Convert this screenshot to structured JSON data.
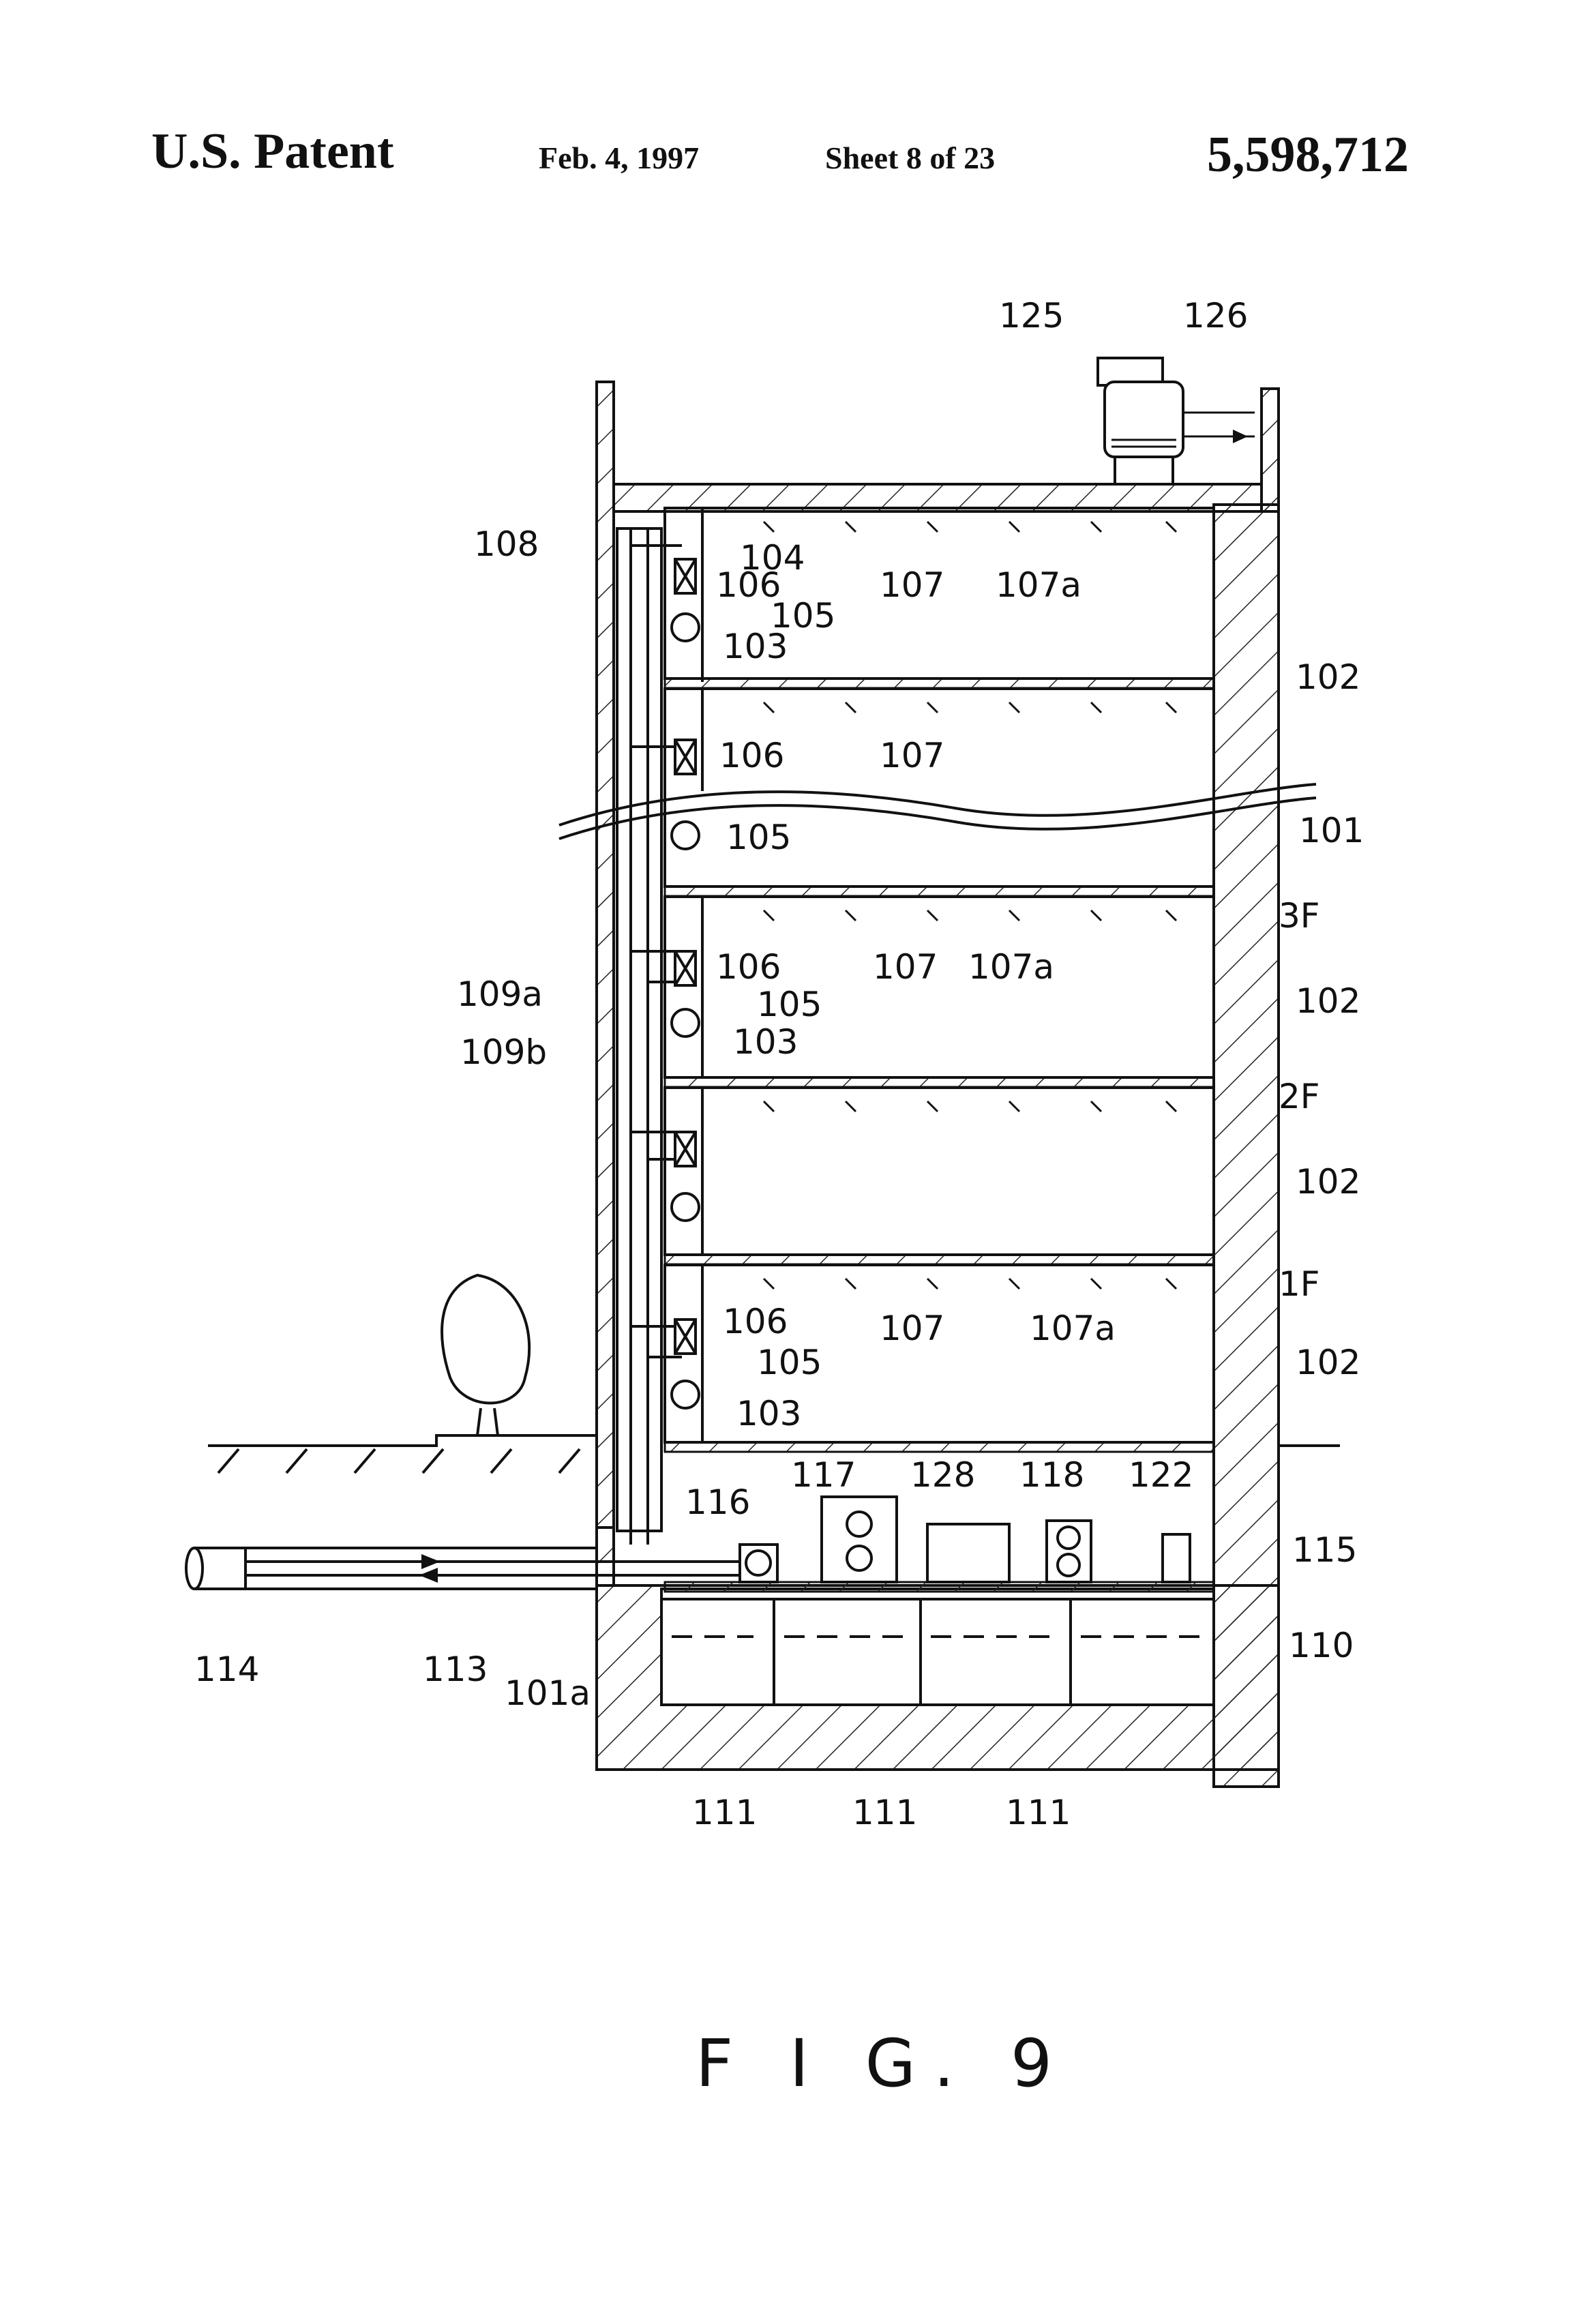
{
  "header": {
    "left": "U.S. Patent",
    "date": "Feb. 4, 1997",
    "sheet": "Sheet 8 of 23",
    "number": "5,598,712"
  },
  "figure": {
    "caption": "F I G. 9"
  },
  "labels": {
    "l125": "125",
    "l126": "126",
    "l108": "108",
    "l104": "104",
    "l106a": "106",
    "l107a": "107",
    "l107aa": "107a",
    "l105a": "105",
    "l103a": "103",
    "l102a": "102",
    "l106b": "106",
    "l107b": "107",
    "l105b": "105",
    "l101": "101",
    "l3F": "3F",
    "l106c": "106",
    "l107c": "107",
    "l107ac": "107a",
    "l109a": "109a",
    "l105c": "105",
    "l102c": "102",
    "l109b": "109b",
    "l103c": "103",
    "l2F": "2F",
    "l102d": "102",
    "l1F": "1F",
    "l106e": "106",
    "l107e": "107",
    "l107ae": "107a",
    "l105e": "105",
    "l102e": "102",
    "l103e": "103",
    "l116": "116",
    "l117": "117",
    "l128": "128",
    "l118": "118",
    "l122": "122",
    "l115": "115",
    "l114": "114",
    "l113": "113",
    "l110": "110",
    "l101a": "101a",
    "l111a": "111",
    "l111b": "111",
    "l111c": "111"
  }
}
